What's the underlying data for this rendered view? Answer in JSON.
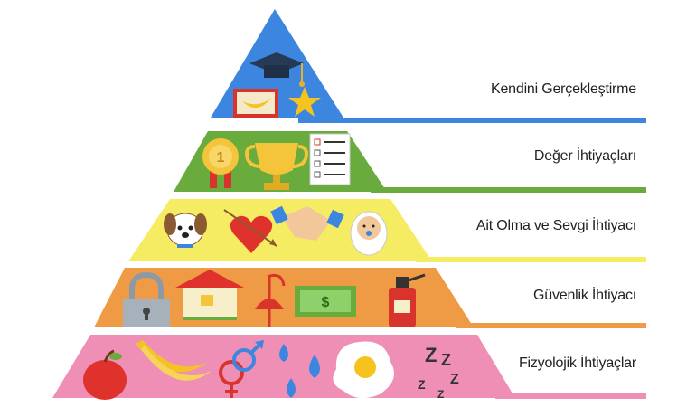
{
  "levels": [
    {
      "label": "Kendini Gerçekleştirme",
      "color": "#3d86e0",
      "icons": [
        "graduation-cap-icon",
        "banana-frame-icon",
        "star-icon"
      ]
    },
    {
      "label": "Değer İhtiyaçları",
      "color": "#6aab3e",
      "icons": [
        "medal-icon",
        "trophy-icon",
        "checklist-icon"
      ]
    },
    {
      "label": "Ait Olma ve Sevgi İhtiyacı",
      "color": "#f6ec63",
      "icons": [
        "dog-icon",
        "heart-arrow-icon",
        "handshake-icon",
        "baby-icon"
      ]
    },
    {
      "label": "Güvenlik İhtiyacı",
      "color": "#ef9a44",
      "icons": [
        "padlock-icon",
        "house-icon",
        "umbrella-icon",
        "money-icon",
        "fire-extinguisher-icon"
      ]
    },
    {
      "label": "Fizyolojik İhtiyaçlar",
      "color": "#ef8fb6",
      "icons": [
        "apple-icon",
        "banana-icon",
        "gender-symbols-icon",
        "water-drops-icon",
        "fried-egg-icon",
        "sleep-z-icon"
      ]
    }
  ]
}
